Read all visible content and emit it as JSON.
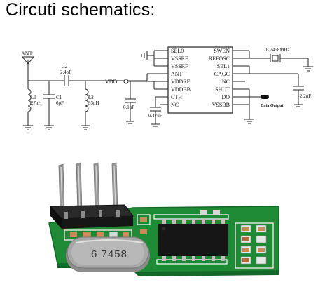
{
  "page": {
    "title": "Circuti schematics:"
  },
  "schematic": {
    "antenna_label": "ANT",
    "components": {
      "l1": {
        "ref": "L1",
        "value": "27nH"
      },
      "c1": {
        "ref": "C1",
        "value": "6pF"
      },
      "c2": {
        "ref": "C2",
        "value": "2.4pF"
      },
      "l2": {
        "ref": "L2",
        "value": "33nH"
      },
      "c_vdd": {
        "value": "0.1uF"
      },
      "c_cth": {
        "value": "0.47uF"
      },
      "crystal": {
        "value": "6.7458MHz"
      },
      "c_out": {
        "value": "2.2uF"
      }
    },
    "vdd_label": "VDD",
    "data_output_label": "Data Output",
    "ic_pins_left": [
      "SEL0",
      "VSSRF",
      "VSSRF",
      "ANT",
      "VDDRF",
      "VDDBB",
      "CTH",
      "NC"
    ],
    "ic_pins_right": [
      "SWEN",
      "REFOSC",
      "SEL1",
      "CAGC",
      "NC",
      "SHUT",
      "DO",
      "VSSBB"
    ]
  },
  "module": {
    "crystal_marking": "6 7458"
  },
  "colors": {
    "pcb_green": "#1f8a35",
    "pcb_dark_green": "#146827",
    "silkscreen": "#f2f2f2",
    "header_black": "#1a1a1a",
    "pin_metal": "#9a9a9a",
    "ic_black": "#161616",
    "crystal_metal": "#a8a8a8",
    "smd_component": "#c98a5a",
    "wire": "#222222"
  }
}
